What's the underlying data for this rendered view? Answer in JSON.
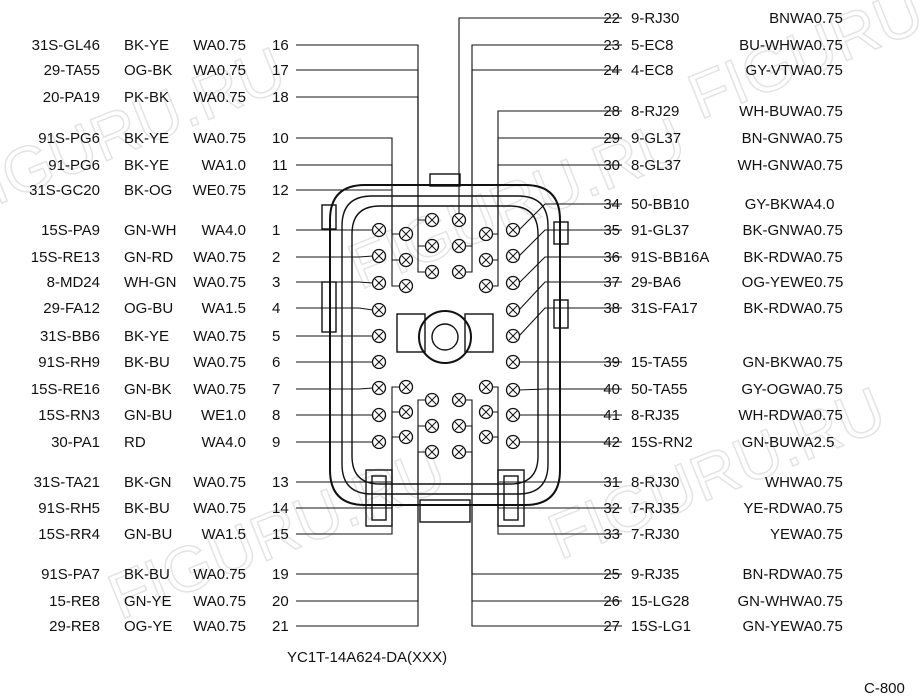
{
  "watermark": "FIGURU.RU",
  "part_number": "YC1T-14A624-DA(XXX)",
  "connector_id": "C-800",
  "left_pins": [
    {
      "pin": "16",
      "circuit": "31S-GL46",
      "color": "BK-YE",
      "wire": "WA0.75"
    },
    {
      "pin": "17",
      "circuit": "29-TA55",
      "color": "OG-BK",
      "wire": "WA0.75"
    },
    {
      "pin": "18",
      "circuit": "20-PA19",
      "color": "PK-BK",
      "wire": "WA0.75"
    },
    {
      "pin": "10",
      "circuit": "91S-PG6",
      "color": "BK-YE",
      "wire": "WA0.75"
    },
    {
      "pin": "11",
      "circuit": "91-PG6",
      "color": "BK-YE",
      "wire": "WA1.0"
    },
    {
      "pin": "12",
      "circuit": "31S-GC20",
      "color": "BK-OG",
      "wire": "WE0.75"
    },
    {
      "pin": "1",
      "circuit": "15S-PA9",
      "color": "GN-WH",
      "wire": "WA4.0"
    },
    {
      "pin": "2",
      "circuit": "15S-RE13",
      "color": "GN-RD",
      "wire": "WA0.75"
    },
    {
      "pin": "3",
      "circuit": "8-MD24",
      "color": "WH-GN",
      "wire": "WA0.75"
    },
    {
      "pin": "4",
      "circuit": "29-FA12",
      "color": "OG-BU",
      "wire": "WA1.5"
    },
    {
      "pin": "5",
      "circuit": "31S-BB6",
      "color": "BK-YE",
      "wire": "WA0.75"
    },
    {
      "pin": "6",
      "circuit": "91S-RH9",
      "color": "BK-BU",
      "wire": "WA0.75"
    },
    {
      "pin": "7",
      "circuit": "15S-RE16",
      "color": "GN-BK",
      "wire": "WA0.75"
    },
    {
      "pin": "8",
      "circuit": "15S-RN3",
      "color": "GN-BU",
      "wire": "WE1.0"
    },
    {
      "pin": "9",
      "circuit": "30-PA1",
      "color": "RD",
      "wire": "WA4.0"
    },
    {
      "pin": "13",
      "circuit": "31S-TA21",
      "color": "BK-GN",
      "wire": "WA0.75"
    },
    {
      "pin": "14",
      "circuit": "91S-RH5",
      "color": "BK-BU",
      "wire": "WA0.75"
    },
    {
      "pin": "15",
      "circuit": "15S-RR4",
      "color": "GN-BU",
      "wire": "WA1.5"
    },
    {
      "pin": "19",
      "circuit": "91S-PA7",
      "color": "BK-BU",
      "wire": "WA0.75"
    },
    {
      "pin": "20",
      "circuit": "15-RE8",
      "color": "GN-YE",
      "wire": "WA0.75"
    },
    {
      "pin": "21",
      "circuit": "29-RE8",
      "color": "OG-YE",
      "wire": "WA0.75"
    }
  ],
  "right_pins": [
    {
      "pin": "22",
      "circuit": "9-RJ30",
      "color": "BN",
      "wire": "WA0.75"
    },
    {
      "pin": "23",
      "circuit": "5-EC8",
      "color": "BU-WH",
      "wire": "WA0.75"
    },
    {
      "pin": "24",
      "circuit": "4-EC8",
      "color": "GY-VT",
      "wire": "WA0.75"
    },
    {
      "pin": "28",
      "circuit": "8-RJ29",
      "color": "WH-BU",
      "wire": "WA0.75"
    },
    {
      "pin": "29",
      "circuit": "9-GL37",
      "color": "BN-GN",
      "wire": "WA0.75"
    },
    {
      "pin": "30",
      "circuit": "8-GL37",
      "color": "WH-GN",
      "wire": "WA0.75"
    },
    {
      "pin": "34",
      "circuit": "50-BB10",
      "color": "GY-BK",
      "wire": "WA4.0"
    },
    {
      "pin": "35",
      "circuit": "91-GL37",
      "color": "BK-GN",
      "wire": "WA0.75"
    },
    {
      "pin": "36",
      "circuit": "91S-BB16A",
      "color": "BK-RD",
      "wire": "WA0.75"
    },
    {
      "pin": "37",
      "circuit": "29-BA6",
      "color": "OG-YE",
      "wire": "WE0.75"
    },
    {
      "pin": "38",
      "circuit": "31S-FA17",
      "color": "BK-RD",
      "wire": "WA0.75"
    },
    {
      "pin": "39",
      "circuit": "15-TA55",
      "color": "GN-BK",
      "wire": "WA0.75"
    },
    {
      "pin": "40",
      "circuit": "50-TA55",
      "color": "GY-OG",
      "wire": "WA0.75"
    },
    {
      "pin": "41",
      "circuit": "8-RJ35",
      "color": "WH-RD",
      "wire": "WA0.75"
    },
    {
      "pin": "42",
      "circuit": "15S-RN2",
      "color": "GN-BU",
      "wire": "WA2.5"
    },
    {
      "pin": "31",
      "circuit": "8-RJ30",
      "color": "WH",
      "wire": "WA0.75"
    },
    {
      "pin": "32",
      "circuit": "7-RJ35",
      "color": "YE-RD",
      "wire": "WA0.75"
    },
    {
      "pin": "33",
      "circuit": "7-RJ30",
      "color": "YE",
      "wire": "WA0.75"
    },
    {
      "pin": "25",
      "circuit": "9-RJ35",
      "color": "BN-RD",
      "wire": "WA0.75"
    },
    {
      "pin": "26",
      "circuit": "15-LG28",
      "color": "GN-WH",
      "wire": "WA0.75"
    },
    {
      "pin": "27",
      "circuit": "15S-LG1",
      "color": "GN-YE",
      "wire": "WA0.75"
    }
  ]
}
